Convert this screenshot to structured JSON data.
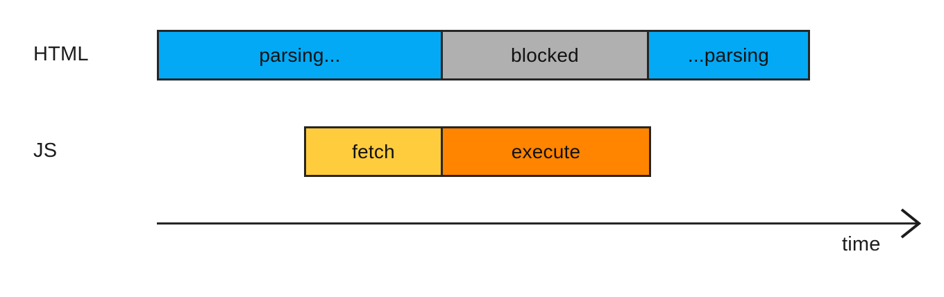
{
  "diagram": {
    "type": "timeline-gantt",
    "title": "",
    "background_color": "#ffffff",
    "rows": [
      {
        "label": "HTML",
        "segments": [
          {
            "label": "parsing...",
            "color": "#03A9F4",
            "state": "parsing"
          },
          {
            "label": "blocked",
            "color": "#B0B0B0",
            "state": "blocked"
          },
          {
            "label": "...parsing",
            "color": "#03A9F4",
            "state": "parsing"
          }
        ]
      },
      {
        "label": "JS",
        "segments": [
          {
            "label": "fetch",
            "color": "#FFCC3D",
            "state": "fetch"
          },
          {
            "label": "execute",
            "color": "#FF8400",
            "state": "execute"
          }
        ]
      }
    ],
    "axis": {
      "caption": "time",
      "direction": "left-to-right",
      "arrowhead": "open-chevron",
      "stroke_color": "#1c1c1c"
    },
    "colors": {
      "parsing": "#03A9F4",
      "blocked": "#B0B0B0",
      "fetch": "#FFCC3D",
      "execute": "#FF8400",
      "outline": "#262626",
      "text": "#111111"
    }
  },
  "chart_data": {
    "type": "bar",
    "title": "",
    "xlabel": "time",
    "ylabel": "",
    "categories": [
      "HTML",
      "JS"
    ],
    "series": [
      {
        "name": "HTML",
        "bars": [
          {
            "label": "parsing...",
            "start": 0,
            "end": 412,
            "color": "#03A9F4"
          },
          {
            "label": "blocked",
            "start": 412,
            "end": 712,
            "color": "#B0B0B0"
          },
          {
            "label": "...parsing",
            "start": 712,
            "end": 944,
            "color": "#03A9F4"
          }
        ]
      },
      {
        "name": "JS",
        "bars": [
          {
            "label": "fetch",
            "start": 212,
            "end": 412,
            "color": "#FFCC3D"
          },
          {
            "label": "execute",
            "start": 412,
            "end": 712,
            "color": "#FF8400"
          }
        ]
      }
    ],
    "grid": false,
    "legend": "none"
  }
}
